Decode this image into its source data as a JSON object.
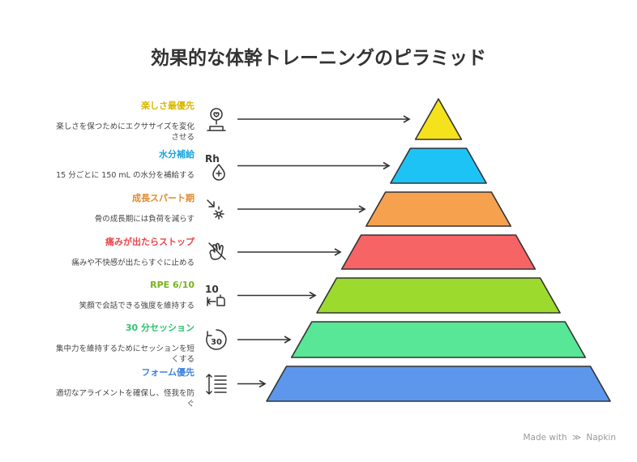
{
  "title": "効果的な体幹トレーニングのピラミッド",
  "levels": [
    {
      "label": "楽しさ最優先",
      "description": "楽しさを保つためにエクササイズを変化させる",
      "desc_lines": [
        "楽しさを保つためにエクササイズを変化",
        "させる"
      ],
      "icon": "person-heart-icon",
      "label_color": "#d9b800",
      "fill": "#f4e21c"
    },
    {
      "label": "水分補給",
      "description": "15 分ごとに 150 mL の水分を補給する",
      "desc_lines": [
        "15 分ごとに 150 mL の水分を補給する"
      ],
      "icon": "water-drop-icon",
      "icon_text": "Rh",
      "label_color": "#1aa6df",
      "fill": "#1ec3f6"
    },
    {
      "label": "成長スパート期",
      "description": "骨の成長期には負荷を減らす",
      "desc_lines": [
        "骨の成長期には負荷を減らす"
      ],
      "icon": "growth-arrow-icon",
      "label_color": "#e28a2a",
      "fill": "#f6a14e"
    },
    {
      "label": "痛みが出たらストップ",
      "description": "痛みや不快感が出たらすぐに止める",
      "desc_lines": [
        "痛みや不快感が出たらすぐに止める"
      ],
      "icon": "stop-hand-icon",
      "label_color": "#e8474b",
      "fill": "#f66466"
    },
    {
      "label": "RPE 6/10",
      "description": "笑顔で会話できる強度を維持する",
      "desc_lines": [
        "笑顔で会話できる強度を維持する"
      ],
      "icon": "intensity-scale-icon",
      "icon_text": "10",
      "label_color": "#76b41a",
      "fill": "#9cdb2e"
    },
    {
      "label": "30 分セッション",
      "description": "集中力を維持するためにセッションを短くする",
      "desc_lines": [
        "集中力を維持するためにセッションを短",
        "くする"
      ],
      "icon": "timer-30-icon",
      "icon_text": "30",
      "label_color": "#2fc46c",
      "fill": "#58e697"
    },
    {
      "label": "フォーム優先",
      "description": "適切なアライメントを確保し、怪我を防ぐ",
      "desc_lines": [
        "適切なアライメントを確保し、怪我を防",
        "ぐ"
      ],
      "icon": "alignment-list-icon",
      "label_color": "#3f83dd",
      "fill": "#5d97ec"
    }
  ],
  "footer": {
    "made_with": "Made with",
    "brand": "Napkin"
  }
}
